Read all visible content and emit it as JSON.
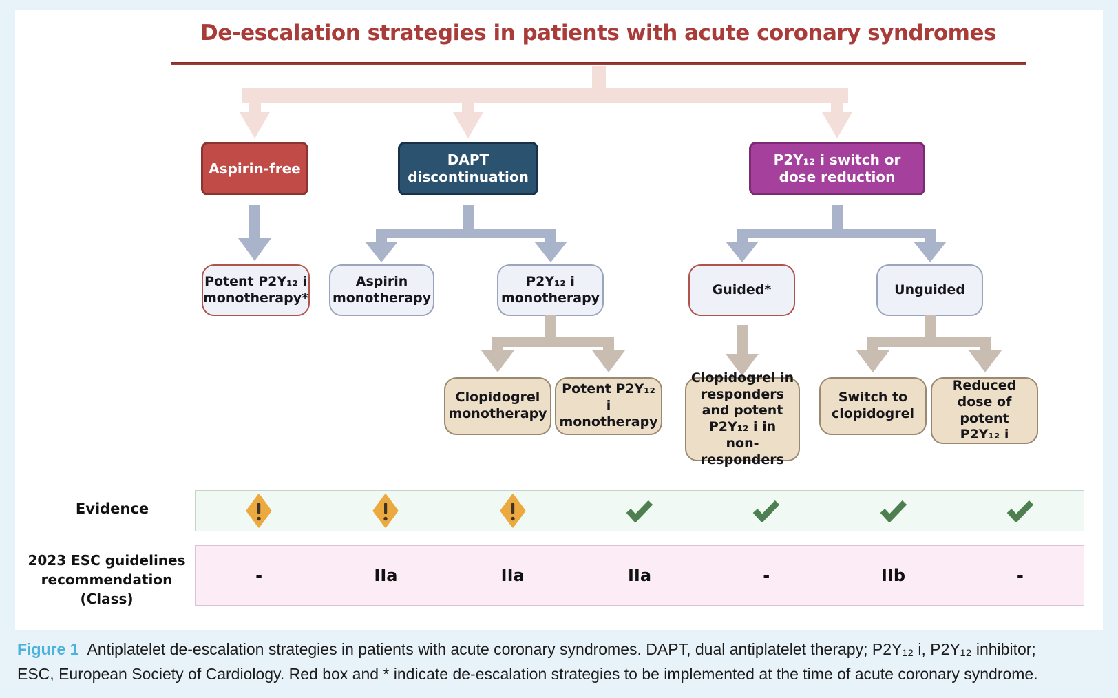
{
  "colors": {
    "page_bg": "#e8f3f9",
    "panel_bg": "#ffffff",
    "title": "#a93c38",
    "rule": "#b0443f",
    "arrow_top": "#f3ded9",
    "arrow_mid": "#a9b4cb",
    "arrow_low": "#c9bcb1",
    "box_red": "#c04b47",
    "box_red_border": "#8c3431",
    "box_teal": "#2b536f",
    "box_teal_border": "#173249",
    "box_purple": "#a6409d",
    "box_purple_border": "#7a2b72",
    "box_light_bg": "#eef1f8",
    "box_light_border_red": "#b0524d",
    "box_light_border_gray": "#9aa5bd",
    "box_tan": "#ecdec7",
    "box_tan_border": "#9a8870",
    "evidence_bg": "#f1f9f4",
    "evidence_border": "#c9d2ca",
    "rec_bg": "#fbecf5",
    "rec_border": "#dcc2d2",
    "warning": "#eba93f",
    "warning_mark": "#3d3425",
    "check": "#4d7f50",
    "figure_label": "#4cb2dc"
  },
  "title": {
    "text": "De-escalation strategies in patients with acute coronary syndromes"
  },
  "tree": {
    "level1": [
      {
        "label": "Aspirin-free"
      },
      {
        "label": "DAPT discontinuation"
      },
      {
        "label": "P2Y₁₂ i switch or dose reduction"
      }
    ],
    "level2": [
      {
        "label": "Potent P2Y₁₂ i monotherapy*"
      },
      {
        "label": "Aspirin monotherapy"
      },
      {
        "label": "P2Y₁₂ i monotherapy"
      },
      {
        "label": "Guided*"
      },
      {
        "label": "Unguided"
      }
    ],
    "level3": [
      {
        "label": "Clopidogrel monotherapy"
      },
      {
        "label": "Potent P2Y₁₂ i monotherapy"
      },
      {
        "label": "Clopidogrel in responders and potent P2Y₁₂ i in non-responders"
      },
      {
        "label": "Switch to clopidogrel"
      },
      {
        "label": "Reduced dose of potent P2Y₁₂ i"
      }
    ]
  },
  "evidence_row": {
    "label": "Evidence",
    "icons": [
      "warning",
      "warning",
      "warning",
      "check",
      "check",
      "check",
      "check"
    ]
  },
  "recommendation_row": {
    "label": "2023 ESC guidelines recommendation (Class)",
    "values": [
      "-",
      "IIa",
      "IIa",
      "IIa",
      "-",
      "IIb",
      "-"
    ]
  },
  "caption": {
    "figure_label": "Figure 1",
    "line1": "Antiplatelet de-escalation strategies in patients with acute coronary syndromes. DAPT, dual antiplatelet therapy; P2Y₁₂ i, P2Y₁₂ inhibitor;",
    "line2": "ESC, European Society of Cardiology. Red box and * indicate de-escalation strategies to be implemented at the time of acute coronary syndrome."
  }
}
